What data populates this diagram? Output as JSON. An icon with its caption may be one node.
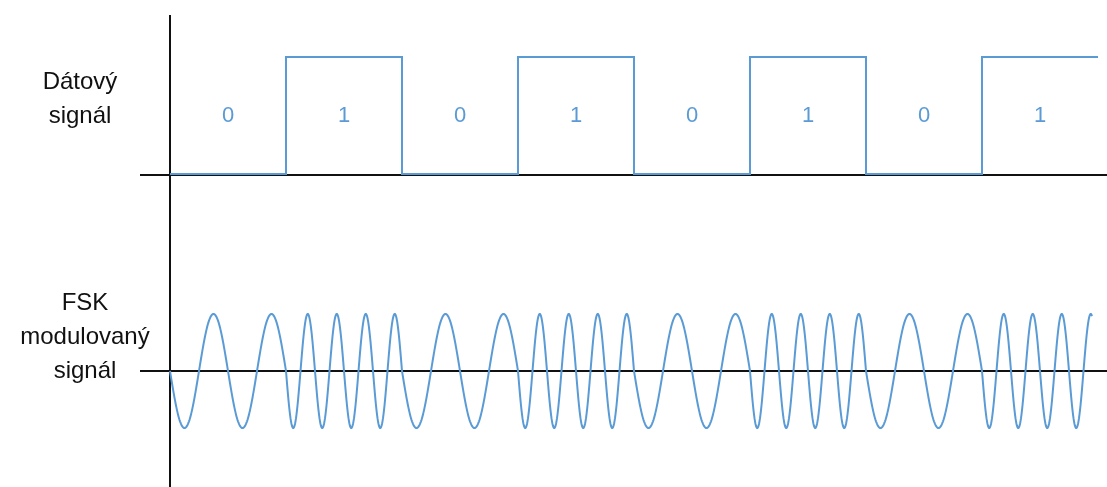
{
  "diagram": {
    "labels": [
      "Dátový signál",
      "0",
      "1",
      "0",
      "1",
      "0",
      "1",
      "0",
      "1",
      "FSK modulovaný signál"
    ]
  }
}
